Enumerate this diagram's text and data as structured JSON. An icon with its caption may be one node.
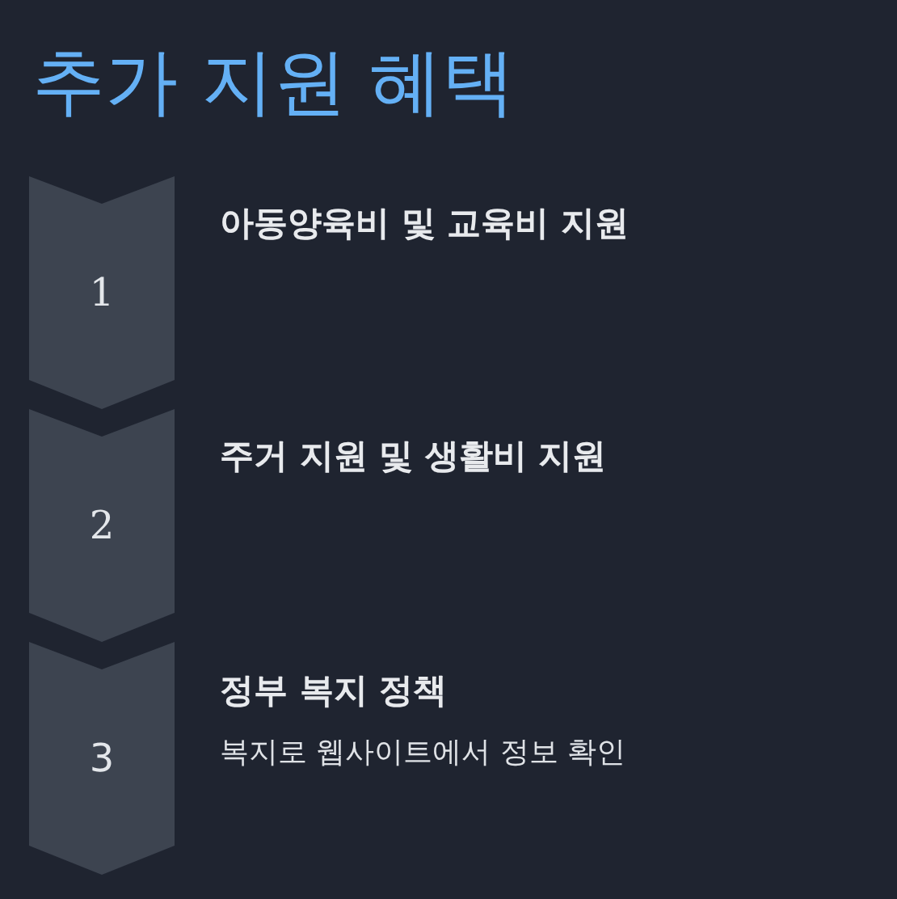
{
  "diagram": {
    "title": "추가 지원 혜택",
    "nodes": [
      {
        "text": [
          "1"
        ],
        "beside": [
          "아동양육비 및 교육비 지원"
        ]
      },
      {
        "text": [
          "2"
        ],
        "beside": [
          "주거 지원 및 생활비 지원"
        ]
      },
      {
        "text": [
          "3"
        ],
        "beside": [
          "정부 복지 정책",
          "복지로 웹사이트에서 정보 확인"
        ]
      }
    ]
  }
}
